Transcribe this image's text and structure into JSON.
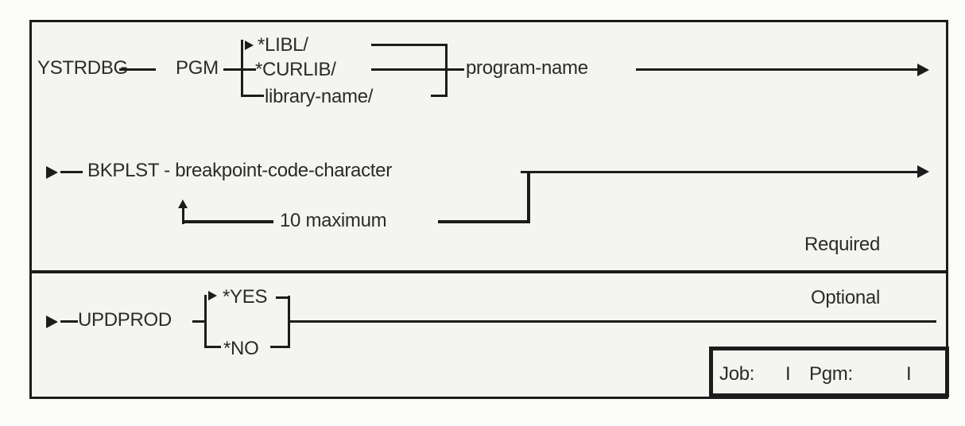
{
  "diagram": {
    "command": "YSTRDBG",
    "required_section": {
      "pgm": {
        "keyword": "PGM",
        "library_options": [
          "*LIBL/",
          "*CURLIB/",
          "library-name/"
        ],
        "value": "program-name"
      },
      "bkplst": {
        "keyword_phrase": "BKPLST - breakpoint-code-character",
        "repeat_label": "10 maximum"
      },
      "badge": "Required"
    },
    "optional_section": {
      "updprod": {
        "keyword": "UPDPROD",
        "options": [
          "*YES",
          "*NO"
        ]
      },
      "badge": "Optional",
      "context_box": {
        "job_label": "Job:",
        "job_value": "I",
        "pgm_label": "Pgm:",
        "pgm_value": "I"
      }
    },
    "colors": {
      "line": "#1c1c1c",
      "text": "#2b2b2b",
      "background": "#f4f4f1"
    }
  }
}
